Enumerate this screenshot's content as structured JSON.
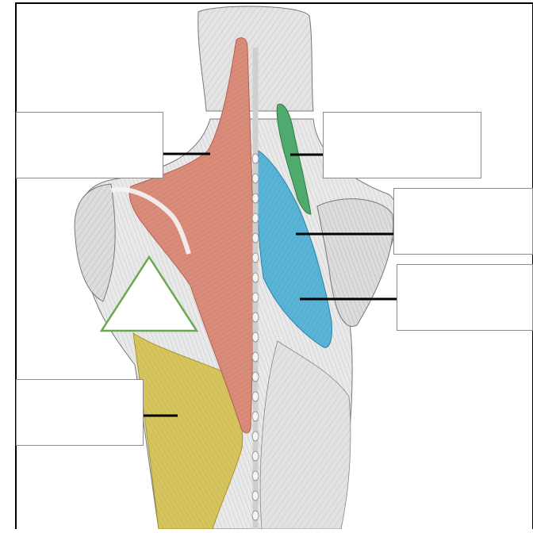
{
  "colors": {
    "trapezius": "#d98c7a",
    "levator_scapulae": "#4faa6e",
    "rhomboid": "#5ab4d6",
    "latissimus_dorsi": "#d6c45e",
    "triangle_outline": "#6aa84f",
    "leader_line": "#000000",
    "frame": "#000000",
    "box_border": "#8a8a8a"
  },
  "diagram": {
    "labels": [
      {
        "id": "trapezius",
        "text": ""
      },
      {
        "id": "levator-scapulae",
        "text": ""
      },
      {
        "id": "rhomboid-minor",
        "text": ""
      },
      {
        "id": "rhomboid-major",
        "text": ""
      },
      {
        "id": "latissimus-dorsi",
        "text": ""
      }
    ],
    "marker": {
      "shape": "triangle",
      "text": ""
    }
  }
}
